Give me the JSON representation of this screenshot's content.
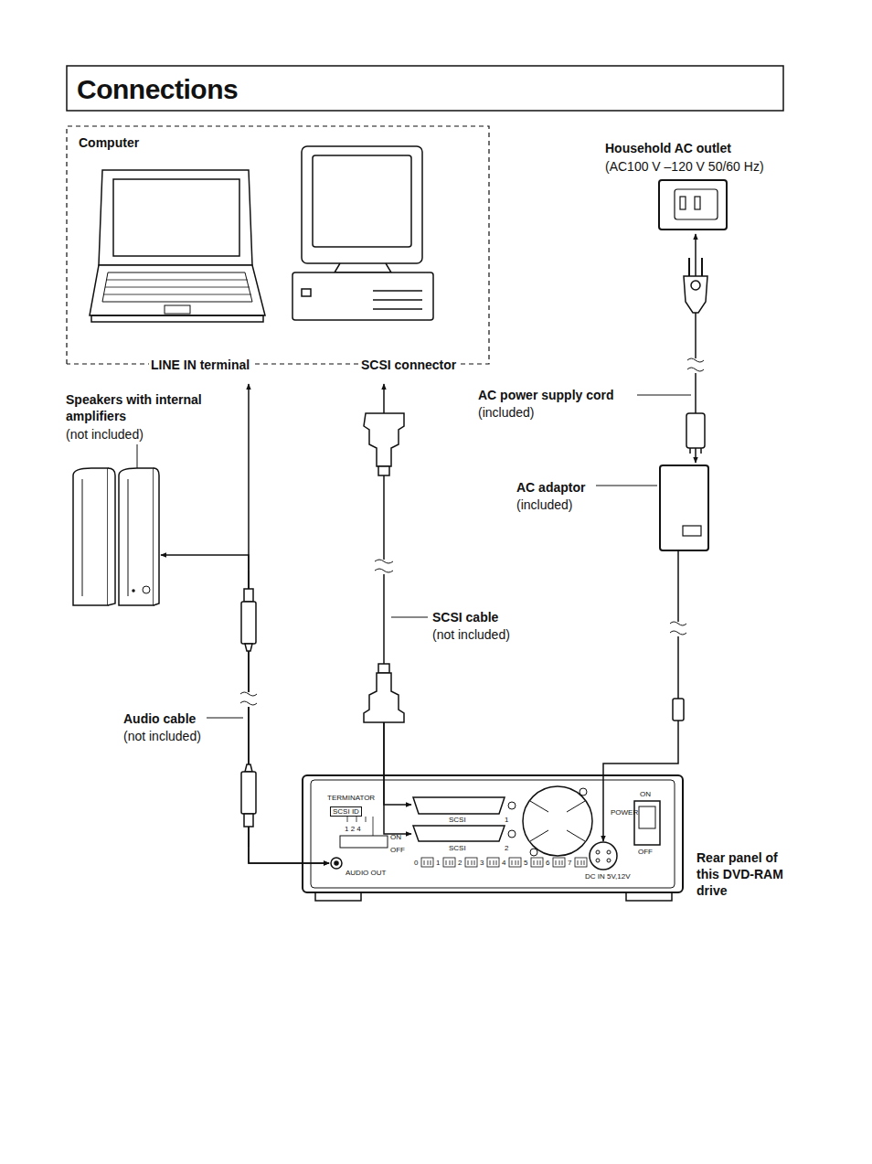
{
  "diagram": {
    "title": "Connections",
    "nodes": [
      {
        "text": [
          "Computer"
        ]
      },
      {
        "text": [
          "Household AC outlet",
          "(AC100 V –120 V 50/60 Hz)"
        ]
      },
      {
        "text": [
          "Speakers with internal amplifiers",
          "(not included)"
        ]
      },
      {
        "text": [
          "AC adaptor",
          "(included)"
        ]
      },
      {
        "text": [
          "Rear panel of this DVD-RAM drive"
        ]
      }
    ],
    "edges": [
      {
        "from": 4,
        "to": 0,
        "arrow": "both"
      },
      {
        "from": 4,
        "to": 2,
        "arrow": "both"
      },
      {
        "from": 4,
        "to": 0,
        "arrow": "both"
      },
      {
        "from": 1,
        "to": 3,
        "arrow": "both"
      },
      {
        "from": 3,
        "to": 4,
        "arrow": "to"
      }
    ],
    "labels": [
      "LINE IN terminal",
      "SCSI connector",
      "AC power supply cord",
      "(included)",
      "SCSI cable",
      "(not included)",
      "Audio cable",
      "(not included)",
      "TERMINATOR",
      "SCSI ID",
      "1 2 4",
      "ON",
      "OFF",
      "AUDIO OUT",
      "SCSI",
      "1",
      "SCSI",
      "2",
      "0",
      "1",
      "2",
      "3",
      "4",
      "5",
      "6",
      "7",
      "ON",
      "POWER",
      "OFF",
      "DC IN 5V,12V"
    ]
  }
}
